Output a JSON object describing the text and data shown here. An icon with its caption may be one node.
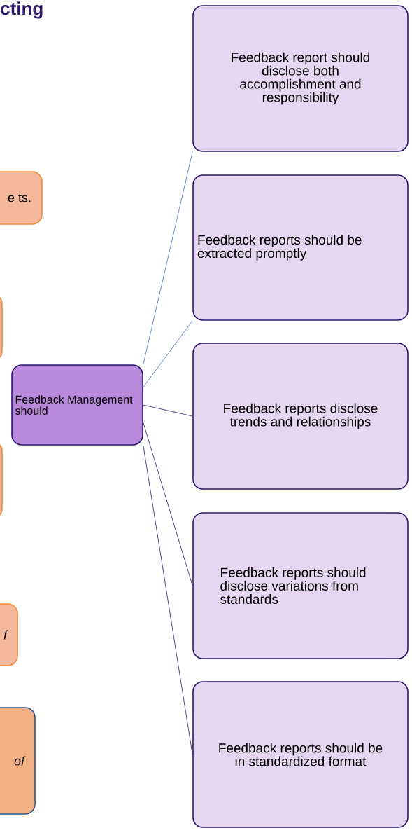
{
  "diagram": {
    "title": "cting",
    "nodes": [
      {
        "text": [
          "e ts."
        ]
      },
      {
        "text": [],
        "shape": "box"
      },
      {
        "text": [],
        "shape": "box"
      },
      {
        "text": [
          "f"
        ]
      },
      {
        "text": [
          "of"
        ]
      },
      {
        "text": [
          "Feedback Management should"
        ]
      },
      {
        "text": [
          "Feedback report should disclose both accomplishment and responsibility"
        ]
      },
      {
        "text": [
          "Feedback reports should be extracted promptly"
        ]
      },
      {
        "text": [
          "Feedback reports disclose trends and relationships"
        ]
      },
      {
        "text": [
          "Feedback reports should disclose variations from standards"
        ]
      },
      {
        "text": [
          "Feedback reports should be in standardized format"
        ]
      }
    ],
    "edges": [
      {
        "from": 5,
        "to": 6,
        "arrow": "none",
        "color": "#4472c4"
      },
      {
        "from": 5,
        "to": 7,
        "arrow": "none",
        "color": "#4472c4"
      },
      {
        "from": 5,
        "to": 8,
        "arrow": "none"
      },
      {
        "from": 5,
        "to": 9,
        "arrow": "none"
      },
      {
        "from": 5,
        "to": 10,
        "arrow": "none"
      }
    ]
  }
}
